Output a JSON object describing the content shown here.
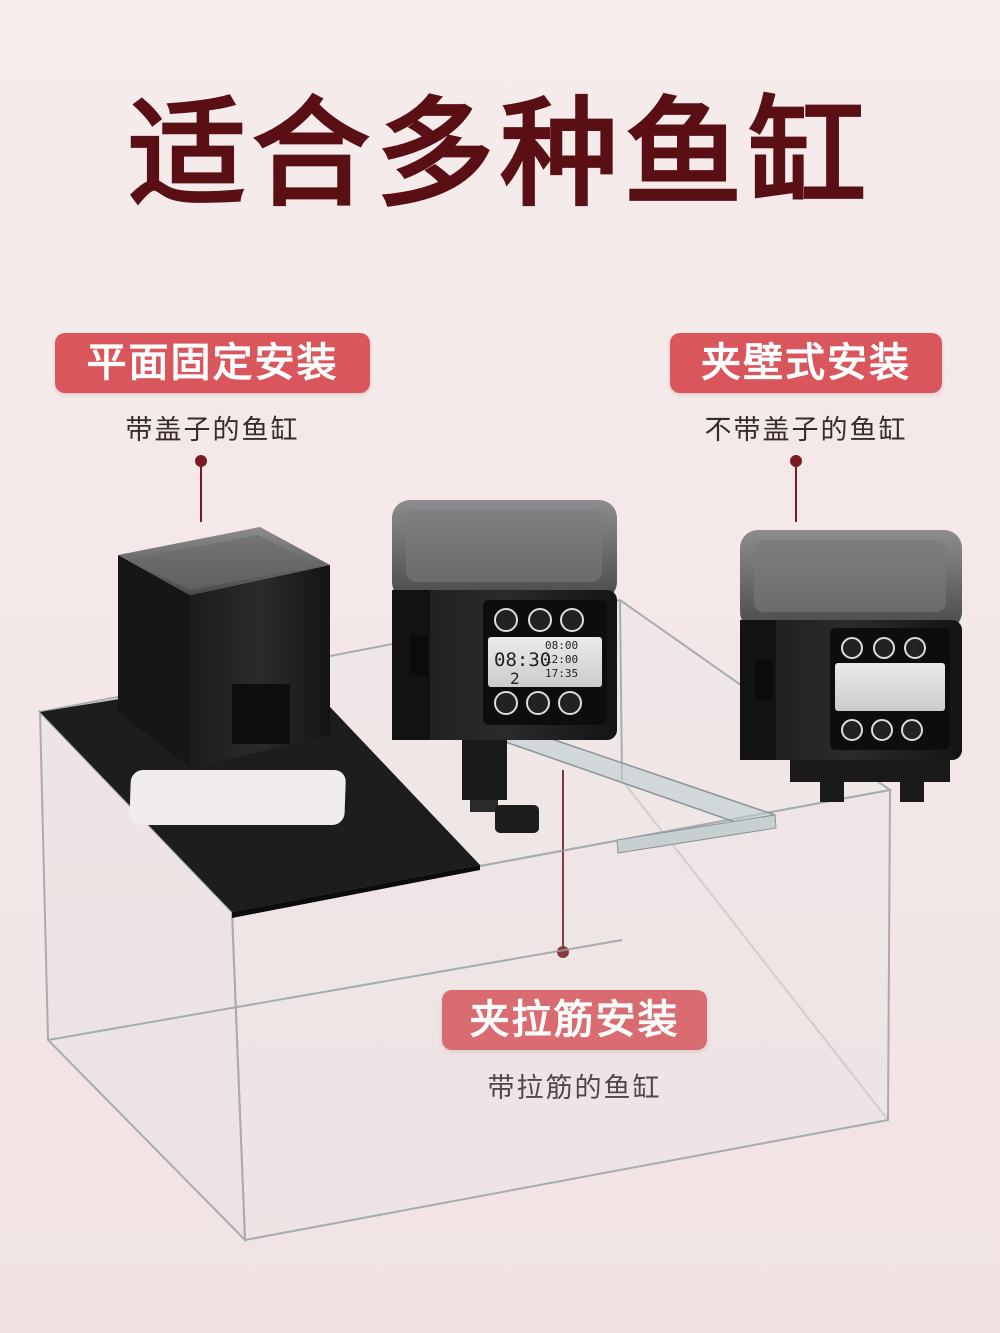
{
  "title": "适合多种鱼缸",
  "labels": [
    {
      "heading": "平面固定安装",
      "caption": "带盖子的鱼缸"
    },
    {
      "heading": "夹壁式安装",
      "caption": "不带盖子的鱼缸"
    },
    {
      "heading": "夹拉筋安装",
      "caption": "带拉筋的鱼缸"
    }
  ],
  "lcd": {
    "big_time": "08:30",
    "count": "2",
    "t1": "08:00",
    "t2": "12:00",
    "t3": "17:35"
  },
  "colors": {
    "title": "#5a0f14",
    "pill": "#d9575c",
    "marker": "#7a1a22"
  }
}
